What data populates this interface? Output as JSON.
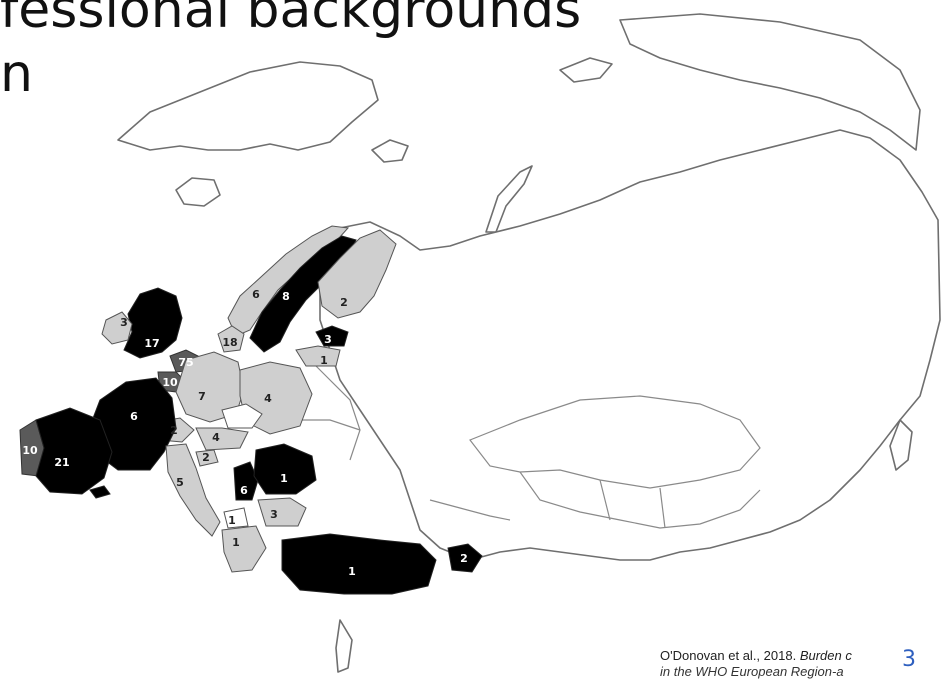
{
  "title": {
    "line1": "fessional backgrounds",
    "line2": "n"
  },
  "citation": {
    "authors_year": "O'Donovan et al., 2018.",
    "title_fragment": "Burden c",
    "line2": "in the WHO European Region-a"
  },
  "slide_number": "3",
  "legend_colors": {
    "high": "#000000",
    "medium": "#cfcfcf",
    "dark": "#5a5a5a",
    "none": "#ffffff"
  },
  "map_labels": [
    {
      "id": "ireland",
      "value": "3"
    },
    {
      "id": "uk",
      "value": "17"
    },
    {
      "id": "norway",
      "value": "6"
    },
    {
      "id": "sweden",
      "value": "8"
    },
    {
      "id": "finland",
      "value": "2"
    },
    {
      "id": "denmark",
      "value": "18"
    },
    {
      "id": "estonia",
      "value": "3"
    },
    {
      "id": "latvia",
      "value": "1"
    },
    {
      "id": "netherlands",
      "value": "75"
    },
    {
      "id": "belgium",
      "value": "10"
    },
    {
      "id": "germany",
      "value": "7"
    },
    {
      "id": "poland",
      "value": "4"
    },
    {
      "id": "france",
      "value": "6"
    },
    {
      "id": "switzerland",
      "value": "2"
    },
    {
      "id": "austria",
      "value": "4"
    },
    {
      "id": "slovenia",
      "value": "2"
    },
    {
      "id": "portugal",
      "value": "10"
    },
    {
      "id": "spain",
      "value": "21"
    },
    {
      "id": "italy",
      "value": "5"
    },
    {
      "id": "romania",
      "value": "1"
    },
    {
      "id": "serbia",
      "value": "6"
    },
    {
      "id": "bulgaria",
      "value": "3"
    },
    {
      "id": "north-macedonia",
      "value": "1"
    },
    {
      "id": "greece",
      "value": "1"
    },
    {
      "id": "turkey",
      "value": "1"
    },
    {
      "id": "armenia",
      "value": "2"
    }
  ]
}
